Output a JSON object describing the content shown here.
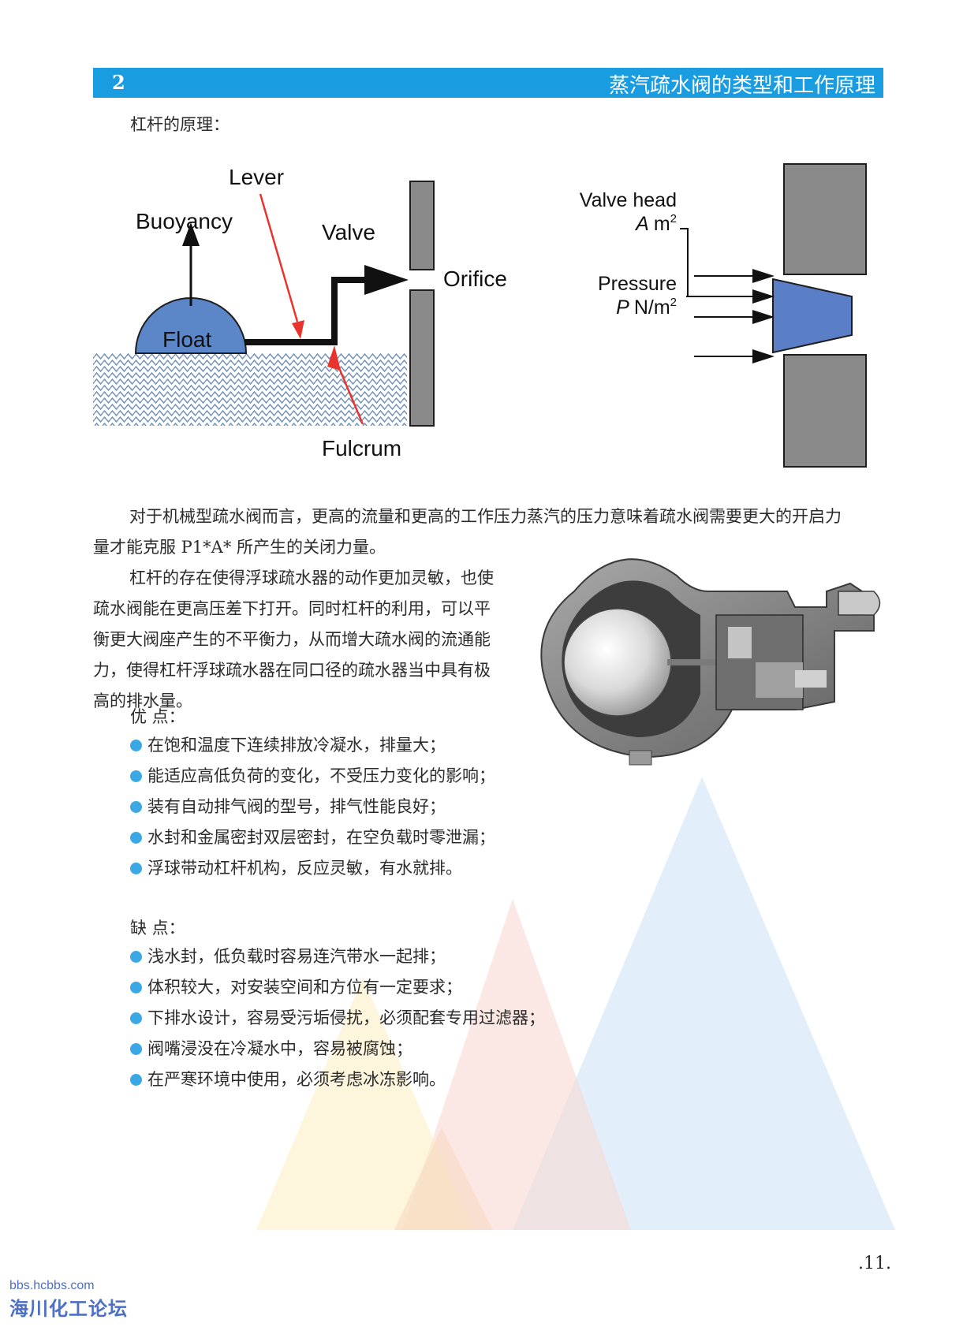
{
  "header": {
    "chapter_number": "2",
    "chapter_title": "蒸汽疏水阀的类型和工作原理"
  },
  "section_title": "杠杆的原理：",
  "lever_diagram": {
    "lever": "Lever",
    "buoyancy": "Buoyancy",
    "valve": "Valve",
    "orifice": "Orifice",
    "float": "Float",
    "fulcrum": "Fulcrum"
  },
  "pressure_diagram": {
    "valve_head": "Valve head",
    "area_unit_var": "A",
    "area_unit": "m",
    "area_exp": "2",
    "pressure": "Pressure",
    "pressure_var": "P",
    "pressure_unit": "N/m",
    "pressure_exp": "2"
  },
  "paragraph1": {
    "line1": "对于机械型疏水阀而言，更高的流量和更高的工作压力蒸汽的压力意味着疏水阀需要更大的开启力",
    "line2": "量才能克服 P1*A* 所产生的关闭力量。"
  },
  "paragraph2": {
    "line1": "杠杆的存在使得浮球疏水器的动作更加灵敏，也使",
    "line2": "疏水阀能在更高压差下打开。同时杠杆的利用，可以平",
    "line3": "衡更大阀座产生的不平衡力，从而增大疏水阀的流通能",
    "line4": "力，使得杠杆浮球疏水器在同口径的疏水器当中具有极",
    "line5": "高的排水量。"
  },
  "advantages": {
    "title": "优 点：",
    "items": [
      "在饱和温度下连续排放冷凝水，排量大；",
      "能适应高低负荷的变化，不受压力变化的影响；",
      "装有自动排气阀的型号，排气性能良好；",
      "水封和金属密封双层密封，在空负载时零泄漏；",
      "浮球带动杠杆机构，反应灵敏，有水就排。"
    ]
  },
  "disadvantages": {
    "title": "缺 点：",
    "items": [
      "浅水封，低负载时容易连汽带水一起排；",
      "体积较大，对安装空间和方位有一定要求；",
      "下排水设计，容易受污垢侵扰，必须配套专用过滤器；",
      "阀嘴浸没在冷凝水中，容易被腐蚀；",
      "在严寒环境中使用，必须考虑冰冻影响。"
    ]
  },
  "page_number": ".11.",
  "watermark": {
    "url": "bbs.hcbbs.com",
    "name": "海川化工论坛"
  },
  "colors": {
    "header": "#1a9de0",
    "bullet": "#3aa8e4",
    "float": "#5b86c8",
    "valve_head": "#5b7fc6",
    "wall": "#8a8a8a",
    "arrow_red": "#e8342c"
  }
}
